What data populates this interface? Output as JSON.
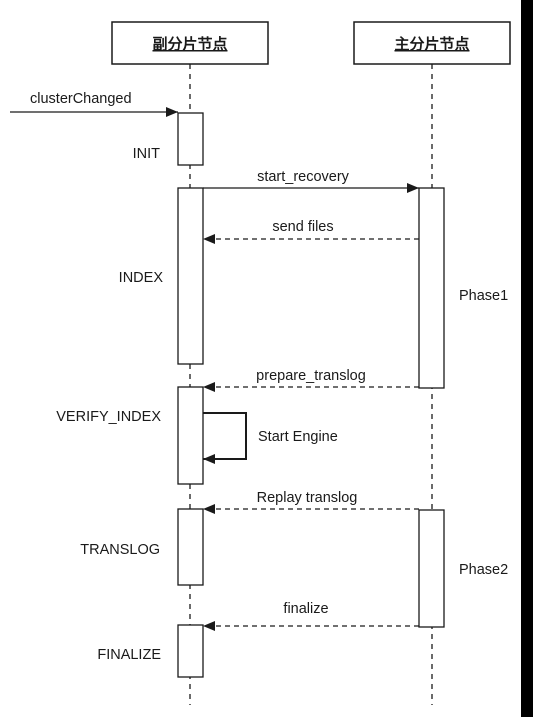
{
  "participants": {
    "replica": "副分片节点",
    "primary": "主分片节点"
  },
  "messages": {
    "cluster_changed": "clusterChanged",
    "start_recovery": "start_recovery",
    "send_files": "send files",
    "prepare_translog": "prepare_translog",
    "start_engine": "Start Engine",
    "replay_translog": "Replay translog",
    "finalize": "finalize"
  },
  "states": {
    "init": "INIT",
    "index": "INDEX",
    "verify_index": "VERIFY_INDEX",
    "translog": "TRANSLOG",
    "finalize": "FINALIZE"
  },
  "phases": {
    "phase1": "Phase1",
    "phase2": "Phase2"
  },
  "colors": {
    "line": "#1a1a1a",
    "frame": "#000000",
    "background": "#ffffff"
  }
}
